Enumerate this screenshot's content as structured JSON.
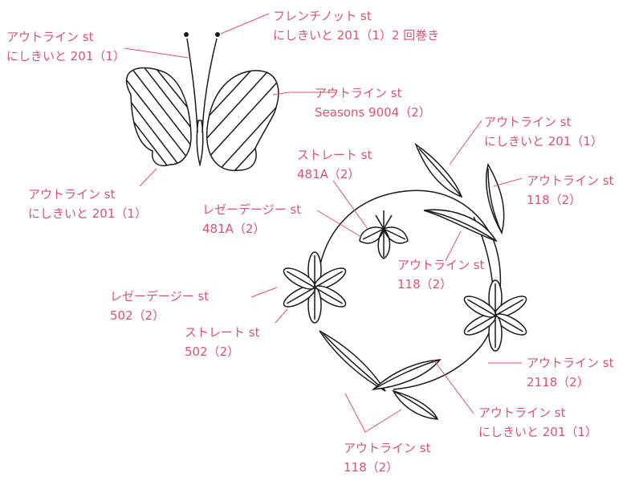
{
  "colors": {
    "label": "#d5566f",
    "leader": "#d5566f",
    "ink": "#1a1a1a"
  },
  "labels": [
    {
      "id": "french-knot",
      "line1": "フレンチノット st",
      "line2": "にしきいと 201（1）2 回巻き"
    },
    {
      "id": "antennae",
      "line1": "アウトライン st",
      "line2": "にしきいと 201（1）"
    },
    {
      "id": "upper-wing-stripes",
      "line1": "アウトライン st",
      "line2": "Seasons 9004（2）"
    },
    {
      "id": "butterfly-outline",
      "line1": "アウトライン st",
      "line2": "にしきいと 201（1）"
    },
    {
      "id": "top-leaf",
      "line1": "アウトライン st",
      "line2": "にしきいと 201（1）"
    },
    {
      "id": "right-leaf",
      "line1": "アウトライン st",
      "line2": "118（2）"
    },
    {
      "id": "small-flower-straight",
      "line1": "ストレート st",
      "line2": "481A（2）"
    },
    {
      "id": "small-flower-lazy-daisy",
      "line1": "レゼーデージー st",
      "line2": "481A（2）"
    },
    {
      "id": "middle-leaf",
      "line1": "アウトライン st",
      "line2": "118（2）"
    },
    {
      "id": "left-flower-lazy-daisy",
      "line1": "レゼーデージー st",
      "line2": "502（2）"
    },
    {
      "id": "left-flower-straight",
      "line1": "ストレート st",
      "line2": "502（2）"
    },
    {
      "id": "wreath-vine",
      "line1": "アウトライン st",
      "line2": "2118（2）"
    },
    {
      "id": "bottom-leaf-vein",
      "line1": "アウトライン st",
      "line2": "にしきいと 201（1）"
    },
    {
      "id": "bottom-leaves",
      "line1": "アウトライン st",
      "line2": "118（2）"
    }
  ]
}
